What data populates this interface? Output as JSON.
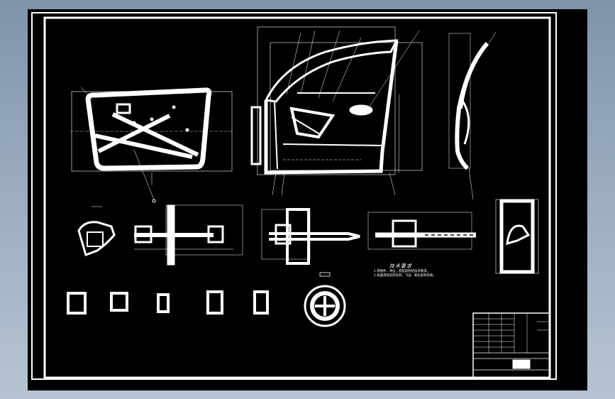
{
  "drawing": {
    "background_color": "#000000",
    "line_color": "#ffffff",
    "frame_color": "#ffffff"
  },
  "views": {
    "door_inner_panel": {
      "label": ""
    },
    "door_assembly_side": {
      "label": ""
    },
    "door_section_profile": {
      "label": ""
    },
    "hinge_part": {
      "label": ""
    },
    "handle_mechanism": {
      "label": ""
    },
    "lock_assembly": {
      "label": ""
    },
    "guide_rail": {
      "label": ""
    },
    "latch_bracket": {
      "label": ""
    },
    "small_parts": {
      "count": 5
    },
    "emblem": {
      "label": ""
    }
  },
  "technical_notes": {
    "title": "技术要求",
    "lines": [
      "1.焊接件、冲压、装配前检验技术要求。",
      "2.表面清理去除毛刺、飞边、氧化皮等杂质。"
    ]
  },
  "title_block": {
    "label": ""
  }
}
